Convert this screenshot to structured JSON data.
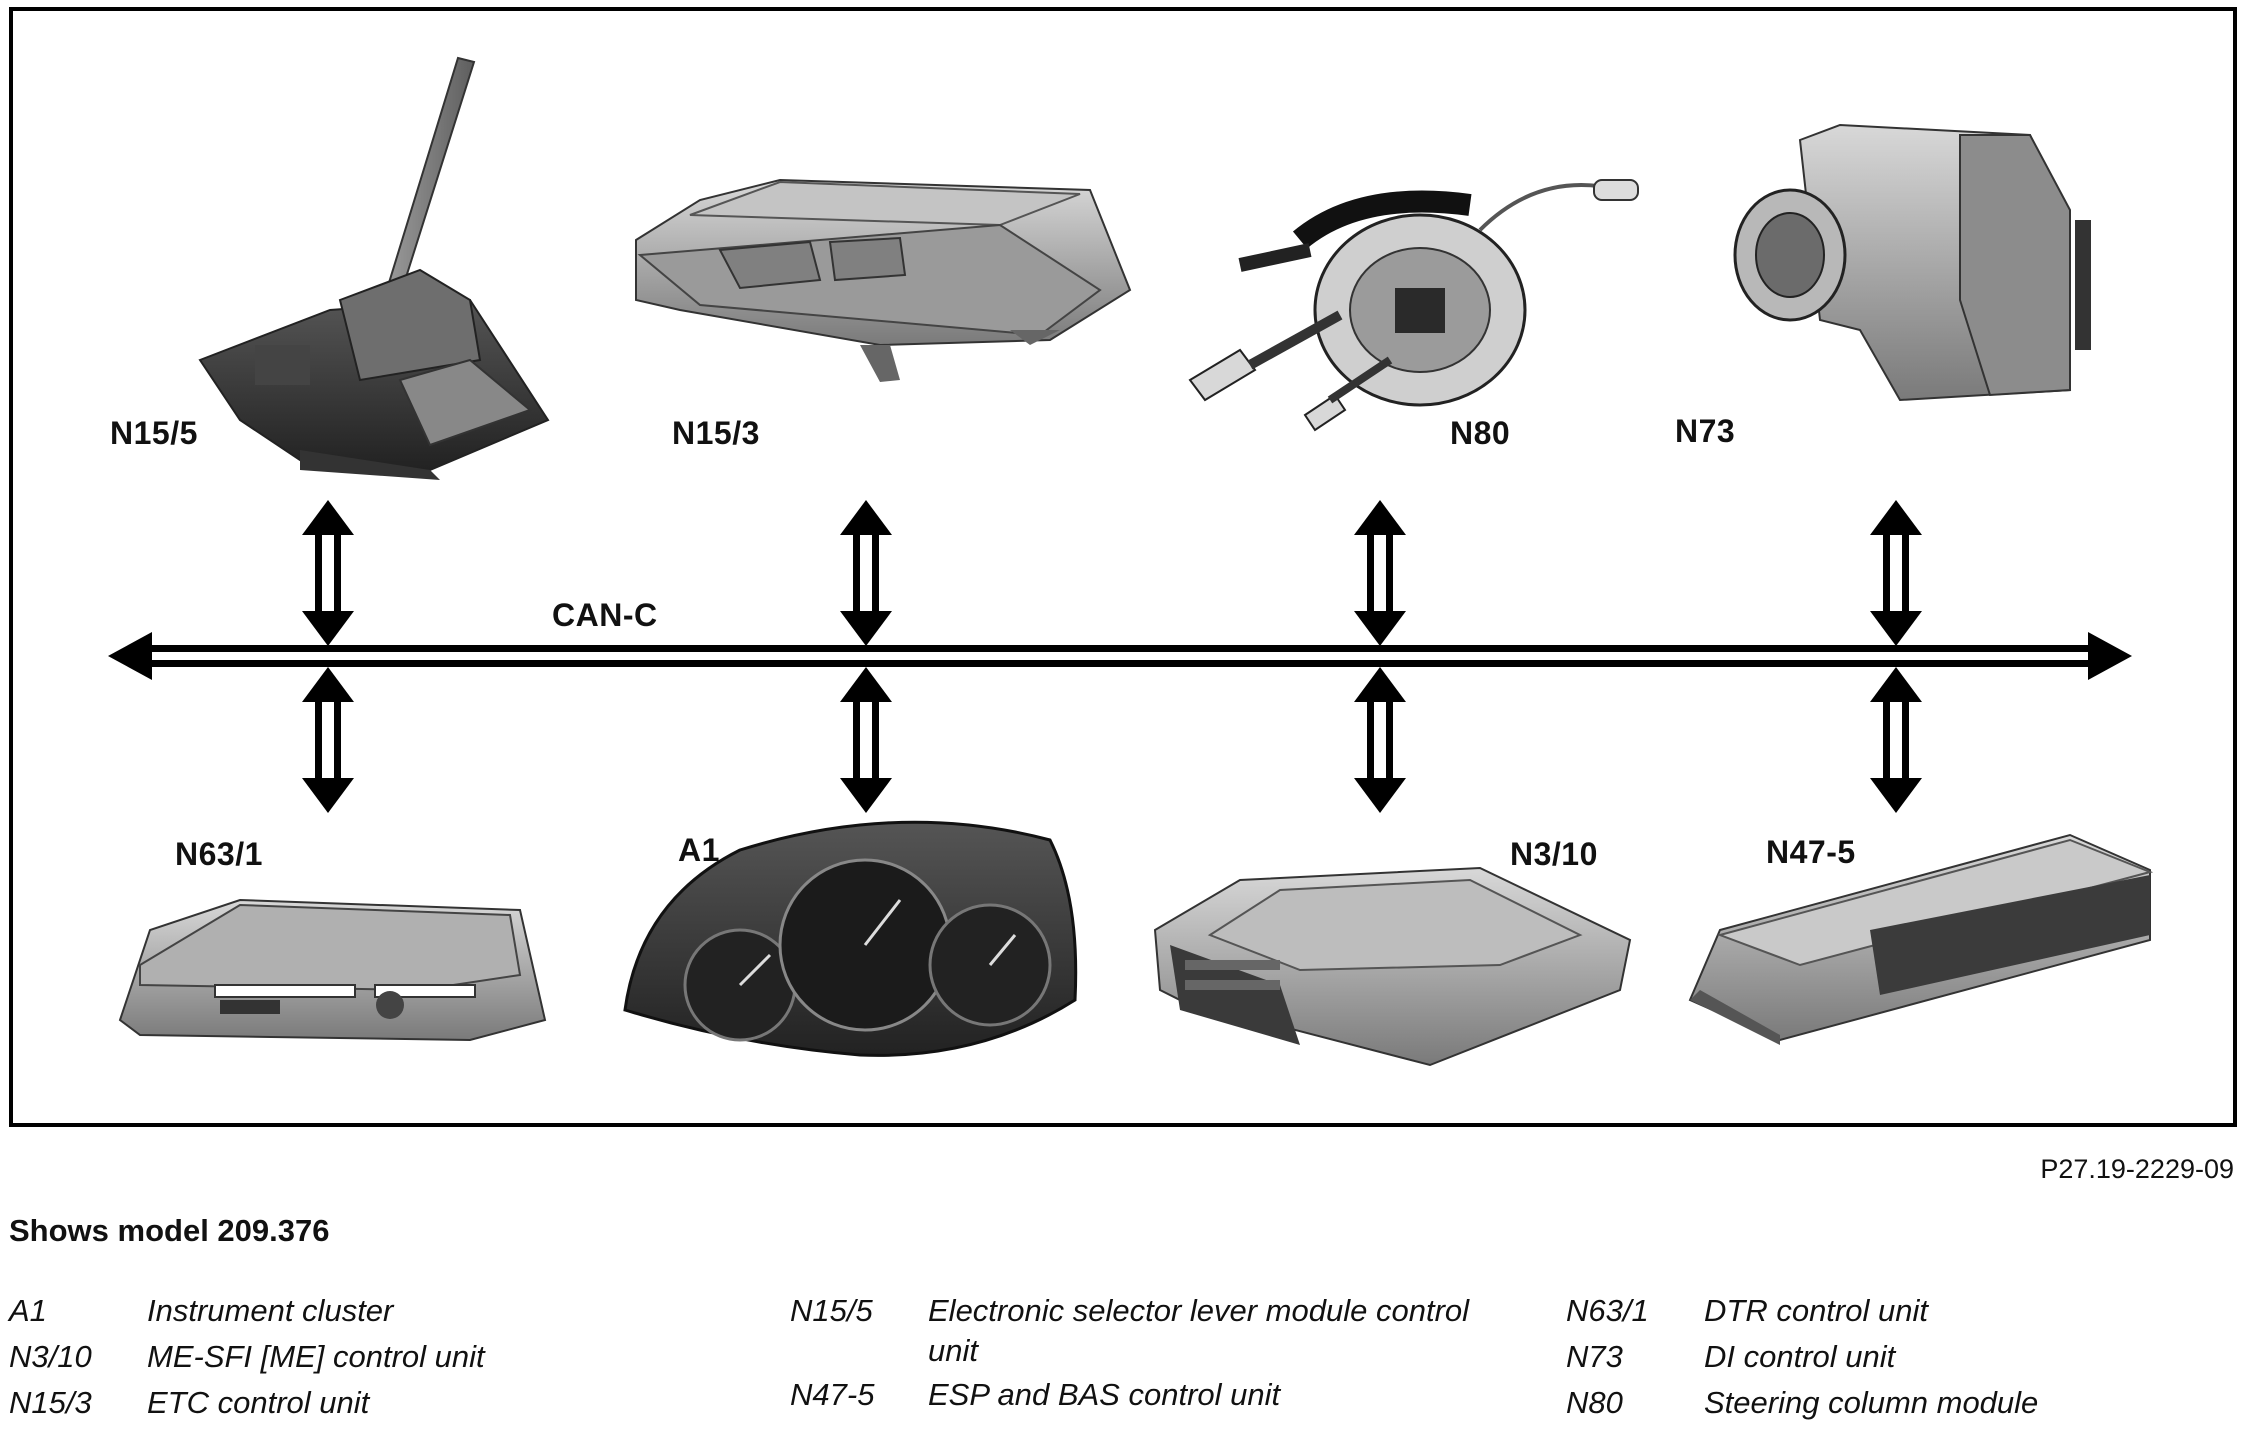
{
  "diagram": {
    "bus_label": "CAN-C",
    "components": [
      {
        "id": "N15/5",
        "label": "N15/5"
      },
      {
        "id": "N15/3",
        "label": "N15/3"
      },
      {
        "id": "N80",
        "label": "N80"
      },
      {
        "id": "N73",
        "label": "N73"
      },
      {
        "id": "N63/1",
        "label": "N63/1"
      },
      {
        "id": "A1",
        "label": "A1"
      },
      {
        "id": "N3/10",
        "label": "N3/10"
      },
      {
        "id": "N47-5",
        "label": "N47-5"
      }
    ],
    "document_code": "P27.19-2229-09"
  },
  "caption": {
    "title": "Shows model 209.376"
  },
  "legend": {
    "col1": [
      {
        "code": "A1",
        "desc": "Instrument cluster"
      },
      {
        "code": "N3/10",
        "desc": "ME-SFI [ME] control unit"
      },
      {
        "code": "N15/3",
        "desc": "ETC control unit"
      }
    ],
    "col2": [
      {
        "code": "N15/5",
        "desc": "Electronic selector lever module control unit"
      },
      {
        "code": "N47-5",
        "desc": "ESP and BAS control unit"
      }
    ],
    "col3": [
      {
        "code": "N63/1",
        "desc": "DTR control unit"
      },
      {
        "code": "N73",
        "desc": "DI control unit"
      },
      {
        "code": "N80",
        "desc": "Steering column module"
      }
    ]
  },
  "icons": [
    "double-arrow-icon",
    "selector-lever-icon",
    "control-module-icon",
    "steering-module-icon",
    "ignition-switch-icon",
    "instrument-cluster-icon"
  ]
}
